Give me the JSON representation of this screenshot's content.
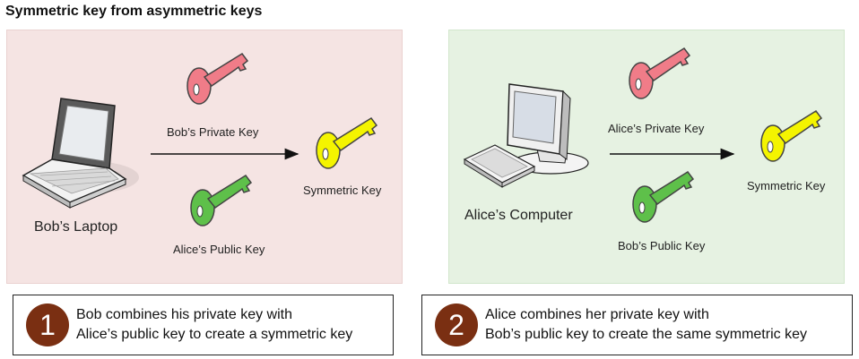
{
  "title": "Symmetric key from asymmetric keys",
  "left_panel": {
    "device_label": "Bob’s Laptop",
    "private_key_label": "Bob’s Private Key",
    "public_key_label": "Alice’s Public Key",
    "result_label": "Symmetric Key"
  },
  "right_panel": {
    "device_label": "Alice’s Computer",
    "private_key_label": "Alice’s Private Key",
    "public_key_label": "Bob’s Public Key",
    "result_label": "Symmetric Key"
  },
  "steps": [
    {
      "number": "1",
      "line1": "Bob combines his private key with",
      "line2": "Alice’s public key to create a symmetric key"
    },
    {
      "number": "2",
      "line1": "Alice combines her private key with",
      "line2": "Bob’s public key to create the same symmetric key"
    }
  ],
  "colors": {
    "private_key": "#f07c88",
    "public_key": "#5ec04a",
    "symmetric_key": "#f4f400",
    "left_panel_bg": "#f5e4e3",
    "right_panel_bg": "#e6f2e2",
    "step_circle": "#7a2f12"
  }
}
